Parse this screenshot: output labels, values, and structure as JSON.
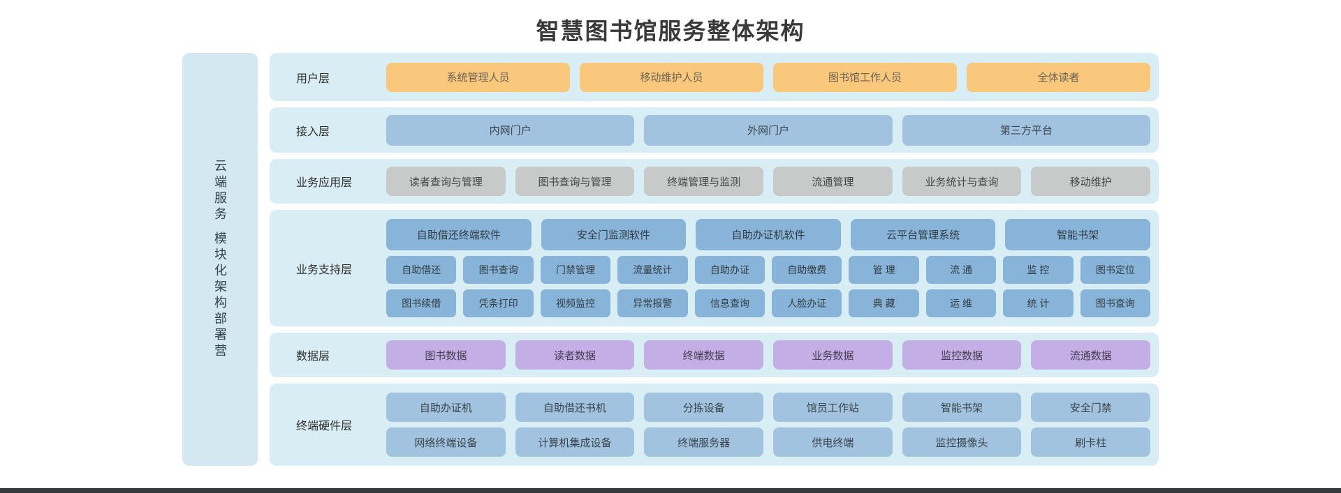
{
  "title": "智慧图书馆服务整体架构",
  "sidebar": {
    "line1": "云端服务",
    "line2": "模块化架构部署营"
  },
  "colors": {
    "row_bg": "#d9edf4",
    "sidebar_bg": "#d3e8f0",
    "orange": "#f9c87d",
    "blue": "#a1c3df",
    "blue_deep": "#87b4d8",
    "gray": "#c8cac9",
    "purple": "#c4aee6",
    "title_color": "#3a3a3a",
    "bottom_bar": "#35393c"
  },
  "layers": [
    {
      "id": "user",
      "label": "用户层",
      "style": "orange",
      "rows": [
        [
          "系统管理人员",
          "移动维护人员",
          "图书馆工作人员",
          "全体读者"
        ]
      ]
    },
    {
      "id": "access",
      "label": "接入层",
      "style": "blue",
      "rows": [
        [
          "内网门户",
          "外网门户",
          "第三方平台"
        ]
      ]
    },
    {
      "id": "app",
      "label": "业务应用层",
      "style": "gray",
      "rows": [
        [
          "读者查询与管理",
          "图书查询与管理",
          "终端管理与监测",
          "流通管理",
          "业务统计与查询",
          "移动维护"
        ]
      ]
    },
    {
      "id": "support",
      "label": "业务支持层",
      "style": "blue-deep",
      "rows": [
        [
          "自助借还终端软件",
          "安全门监测软件",
          "自助办证机软件",
          "云平台管理系统",
          "智能书架"
        ],
        [
          "自助借还",
          "图书查询",
          "门禁管理",
          "流量统计",
          "自助办证",
          "自助缴费",
          "管 理",
          "流 通",
          "监 控",
          "图书定位"
        ],
        [
          "图书续借",
          "凭条打印",
          "视频监控",
          "异常报警",
          "信息查询",
          "人脸办证",
          "典 藏",
          "运 维",
          "统 计",
          "图书查询"
        ]
      ]
    },
    {
      "id": "data",
      "label": "数据层",
      "style": "purple",
      "rows": [
        [
          "图书数据",
          "读者数据",
          "终端数据",
          "业务数据",
          "监控数据",
          "流通数据"
        ]
      ]
    },
    {
      "id": "hardware",
      "label": "终端硬件层",
      "style": "blue",
      "rows": [
        [
          "自助办证机",
          "自助借还书机",
          "分拣设备",
          "馆员工作站",
          "智能书架",
          "安全门禁"
        ],
        [
          "网络终端设备",
          "计算机集成设备",
          "终端服务器",
          "供电终端",
          "监控摄像头",
          "刷卡柱"
        ]
      ]
    }
  ]
}
